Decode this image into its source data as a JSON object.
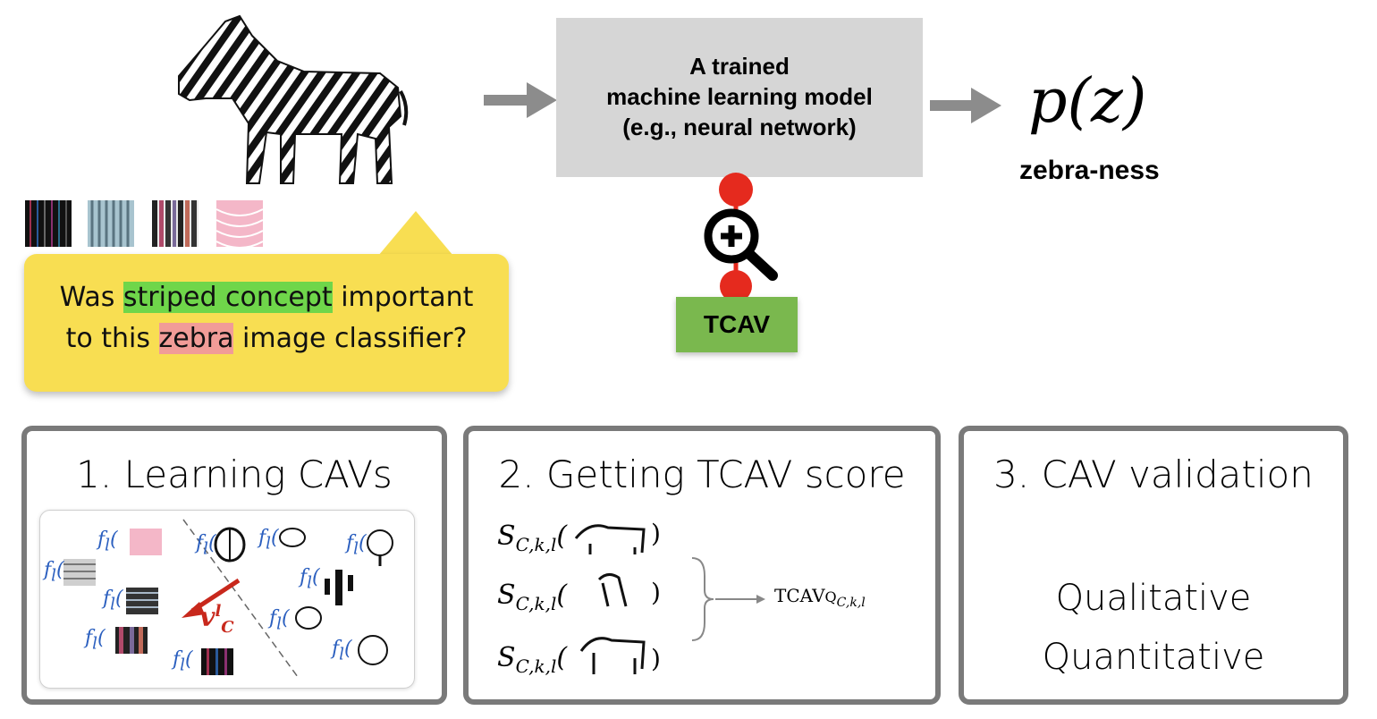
{
  "model_box": {
    "lines": [
      "A trained",
      "machine learning model",
      "(e.g., neural network)"
    ]
  },
  "output": {
    "formula": "p(z)",
    "label": "zebra-ness"
  },
  "question": {
    "prefix": "Was ",
    "concept": "striped concept",
    "middle": " important",
    "line2_prefix": "to this ",
    "target": "zebra",
    "suffix": " image classifier?"
  },
  "tcav": {
    "label": "TCAV"
  },
  "panels": [
    {
      "title": "1. Learning CAVs"
    },
    {
      "title": "2. Getting TCAV score"
    },
    {
      "title": "3. CAV validation"
    }
  ],
  "cav_panel": {
    "f_label": "f",
    "sub_l": "l",
    "vector_label": "v",
    "vector_sub": "C",
    "vector_sup": "l"
  },
  "score_panel": {
    "score_symbol": "S",
    "score_sub": "C,k,l",
    "result": "TCAV",
    "result_sub": "Q",
    "result_sub2": "C,k,l"
  },
  "validation": {
    "items": [
      "Qualitative",
      "Quantitative"
    ]
  },
  "colors": {
    "model_box": "#d6d6d6",
    "bubble": "#f8de52",
    "concept_highlight": "#6fd64a",
    "target_highlight": "#f19c97",
    "tcav": "#7ab84e",
    "arrow": "#8c8c8c",
    "probe": "#e52a1e",
    "cav_vector": "#c8281c"
  },
  "icons": [
    "zebra-image",
    "magnify-plus-icon",
    "probe-icon",
    "arrow-right-icon"
  ]
}
